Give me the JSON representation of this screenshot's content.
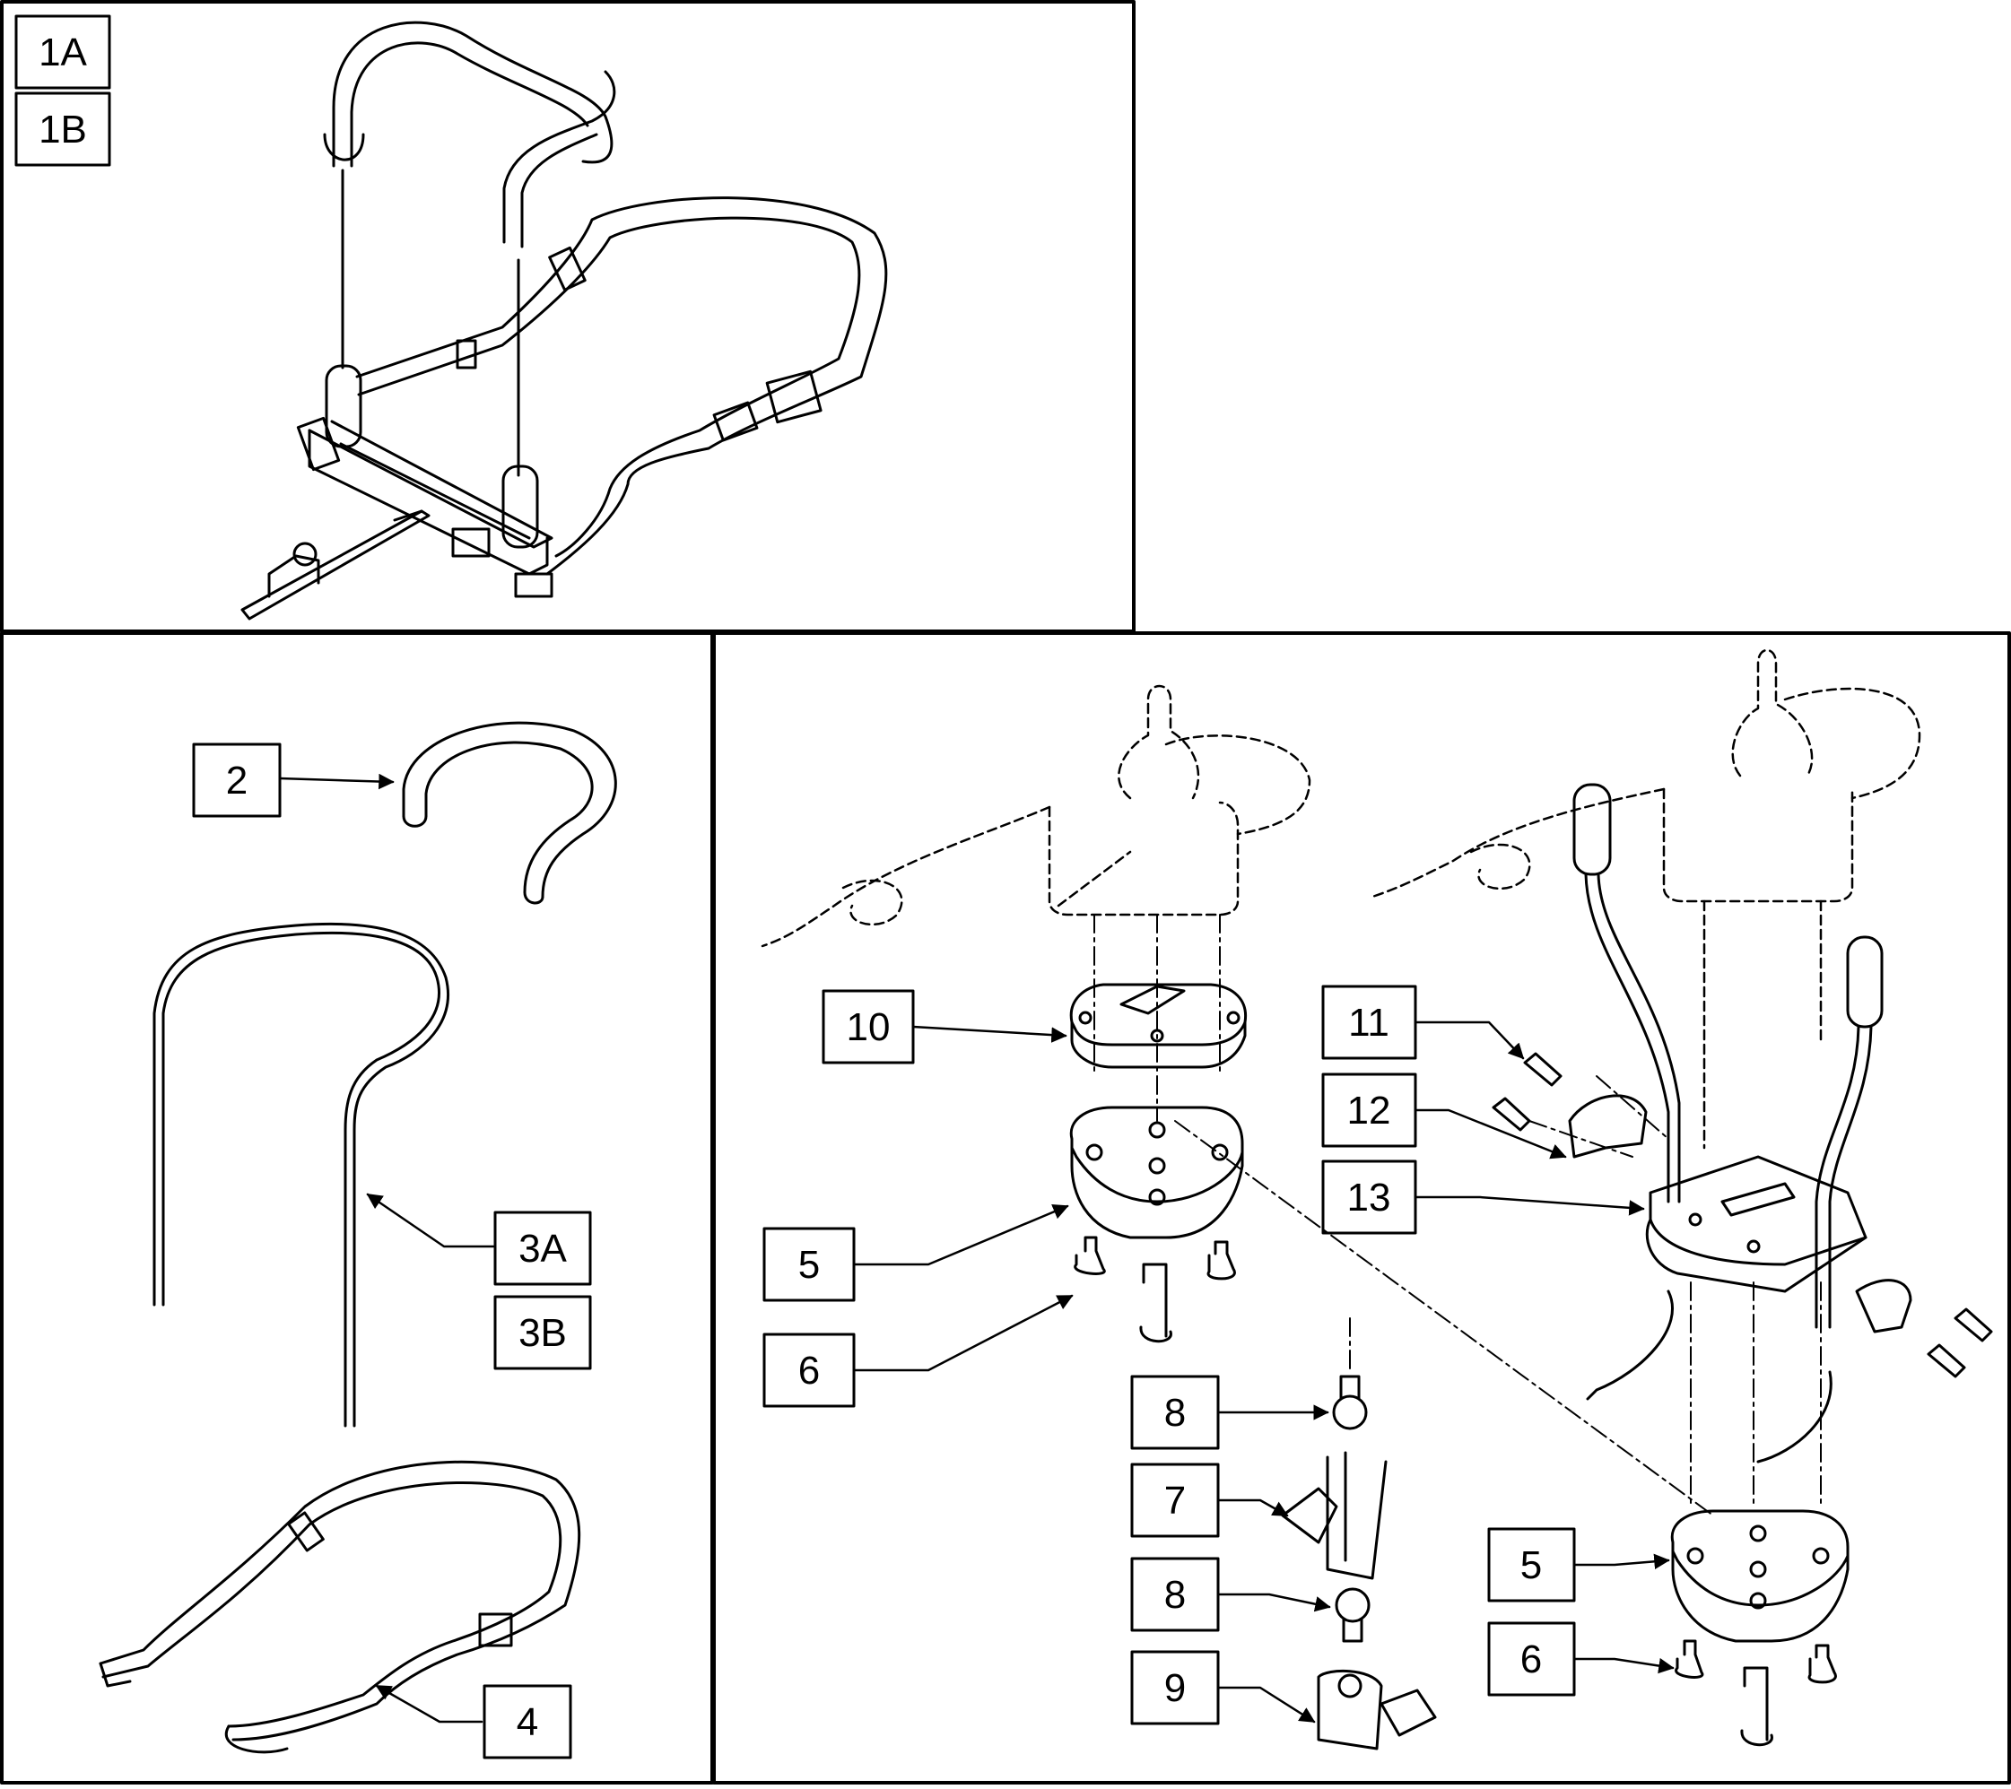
{
  "labels": {
    "l1A": "1A",
    "l1B": "1B",
    "l2": "2",
    "l3A": "3A",
    "l3B": "3B",
    "l4": "4",
    "l5_left": "5",
    "l6_left": "6",
    "l7": "7",
    "l8_top": "8",
    "l8_bottom": "8",
    "l9": "9",
    "l10": "10",
    "l11": "11",
    "l12": "12",
    "l13": "13",
    "l5_right": "5",
    "l6_right": "6"
  },
  "colors": {
    "line": "#000000",
    "background": "#ffffff"
  }
}
